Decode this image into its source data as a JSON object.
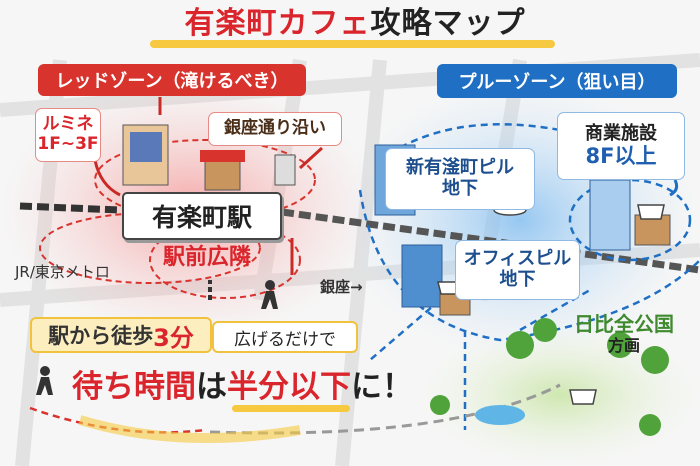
{
  "title": {
    "part1": "有楽町カフェ",
    "part2": "攻略マップ"
  },
  "red_zone": {
    "label": "レッドゾーン（滝けるべき）",
    "lumine": {
      "line1": "ルミネ",
      "line2": "1F~3F"
    },
    "ginza_street": "銀座通り沿い",
    "station": "有楽町駅",
    "plaza": "駅前広隣"
  },
  "lines_label": "JR/東京メトロ",
  "ginza_direction": "銀座→",
  "blue_zone": {
    "label": "プルーゾーン（狙い目）",
    "shin_yurakucho": {
      "line1": "新有滏町ピル",
      "line2": "地下"
    },
    "commercial": {
      "line1": "商業施設",
      "line2": "8F以上"
    },
    "office": {
      "line1": "オフィスピル",
      "line2": "地下"
    }
  },
  "park": {
    "line1": "日比全公国",
    "line2": "方画"
  },
  "walk": {
    "prefix": "駅から徒歩",
    "minutes": "3分"
  },
  "spread": "広げるだけで",
  "headline": {
    "a": "待ち時間",
    "b": "は",
    "c": "半分以下",
    "d": "に！"
  },
  "colors": {
    "red": "#d9252b",
    "blue": "#1f6fc4",
    "yellow": "#f6c940",
    "green": "#3f8a2e"
  }
}
